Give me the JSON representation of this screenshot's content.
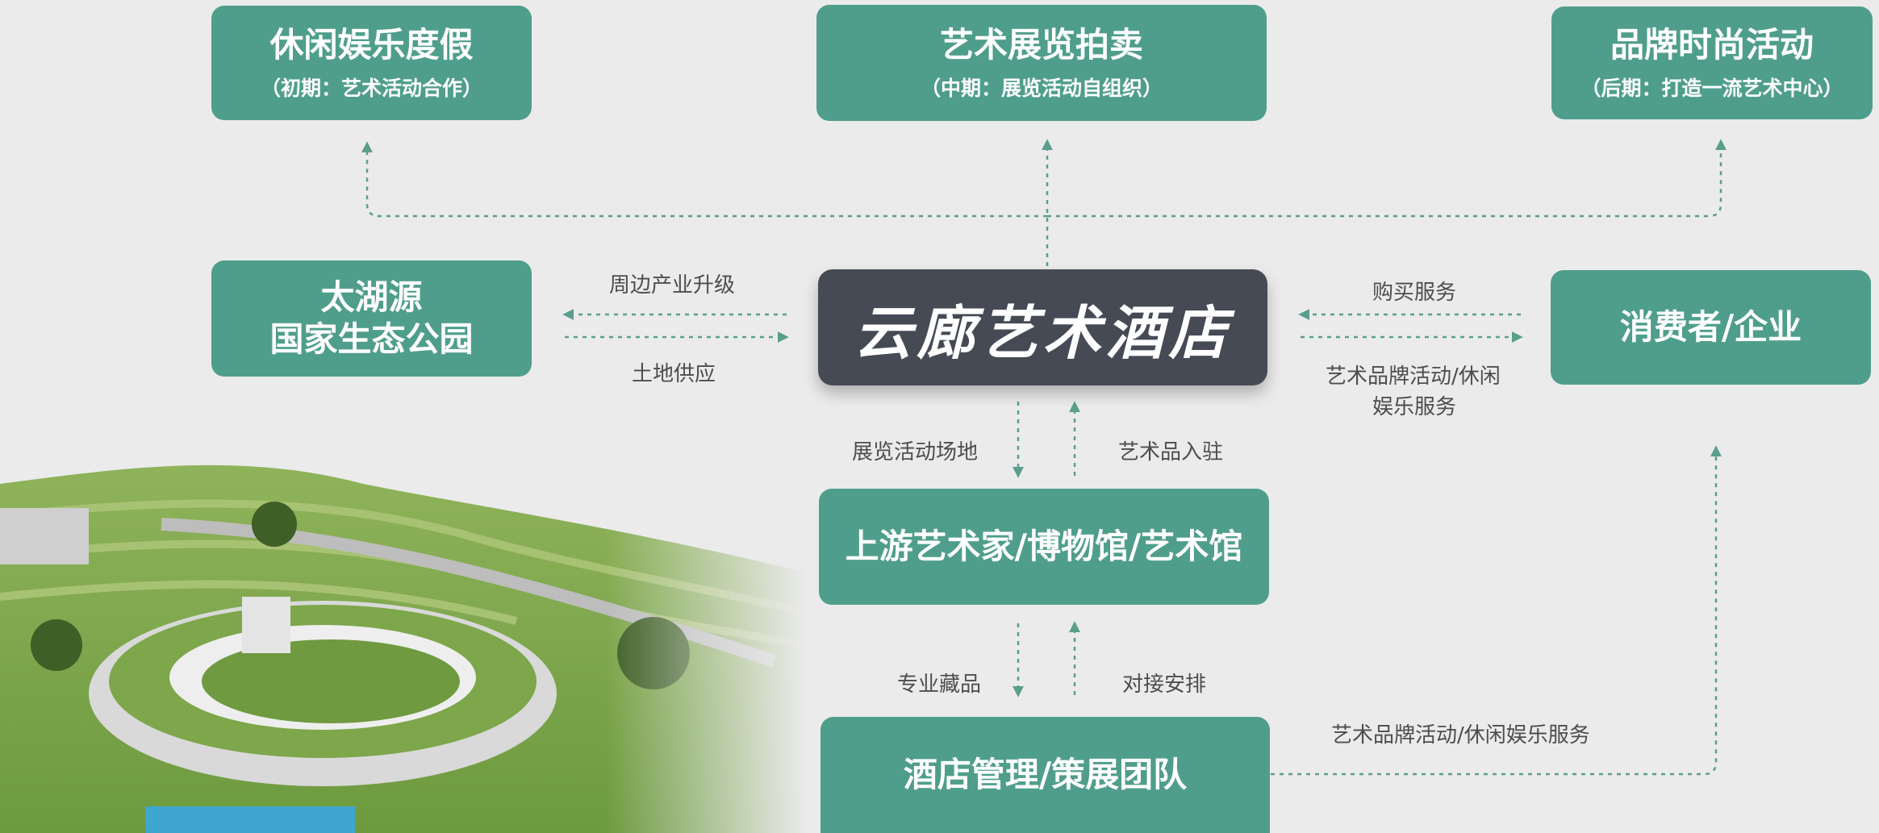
{
  "colors": {
    "box_green": "#4f9e8b",
    "center_dark": "#454a55",
    "arrow": "#5a9e8c",
    "background": "#ebebeb"
  },
  "top": {
    "left": {
      "title": "休闲娱乐度假",
      "sub": "（初期：艺术活动合作）"
    },
    "mid": {
      "title": "艺术展览拍卖",
      "sub": "（中期：展览活动自组织）"
    },
    "right": {
      "title": "品牌时尚活动",
      "sub": "（后期：打造一流艺术中心）"
    }
  },
  "left_box": {
    "line1": "太湖源",
    "line2": "国家生态公园"
  },
  "center": {
    "title": "云廊艺术酒店"
  },
  "right_box": {
    "title": "消费者/企业"
  },
  "upstream": {
    "title": "上游艺术家/博物馆/艺术馆"
  },
  "hotel_team": {
    "title": "酒店管理/策展团队"
  },
  "labels": {
    "upgrade": "周边产业升级",
    "land": "土地供应",
    "buy": "购买服务",
    "art_service_1": "艺术品牌活动/休闲",
    "art_service_2": "娱乐服务",
    "venue": "展览活动场地",
    "art_in": "艺术品入驻",
    "collection": "专业藏品",
    "arrange": "对接安排",
    "art_service_bottom": "艺术品牌活动/休闲娱乐服务"
  }
}
